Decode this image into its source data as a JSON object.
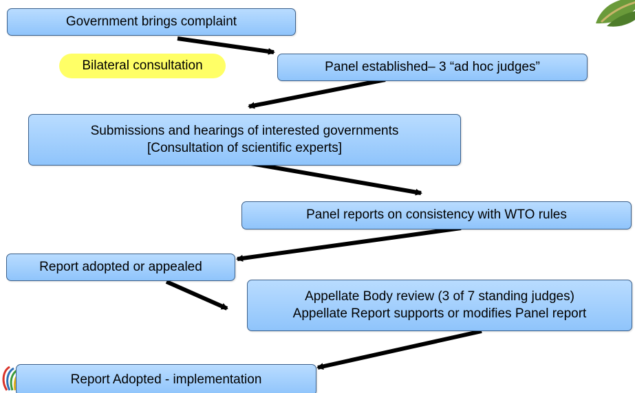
{
  "flow": {
    "government_complaint": "Government brings complaint",
    "bilateral_consultation": "Bilateral consultation",
    "panel_established": "Panel established– 3 “ad hoc judges”",
    "submissions": [
      "Submissions and hearings of interested governments",
      "[Consultation of scientific experts]"
    ],
    "panel_reports": "Panel reports on consistency with WTO rules",
    "report_adopted_or_appealed": "Report adopted or appealed",
    "appellate_review": [
      "Appellate Body review (3 of 7 standing judges)",
      "Appellate Report supports or modifies Panel report"
    ],
    "report_adopted_implementation": "Report Adopted - implementation"
  },
  "colors": {
    "box_fill_top": "#b9dcff",
    "box_fill_bottom": "#8fc4fb",
    "box_border": "#3a5f8a",
    "highlight": "#ffff66",
    "arrow": "#000000"
  },
  "decor": {
    "top_logo": "leaf-logo-icon",
    "bottom_logo": "wto-logo-icon"
  }
}
